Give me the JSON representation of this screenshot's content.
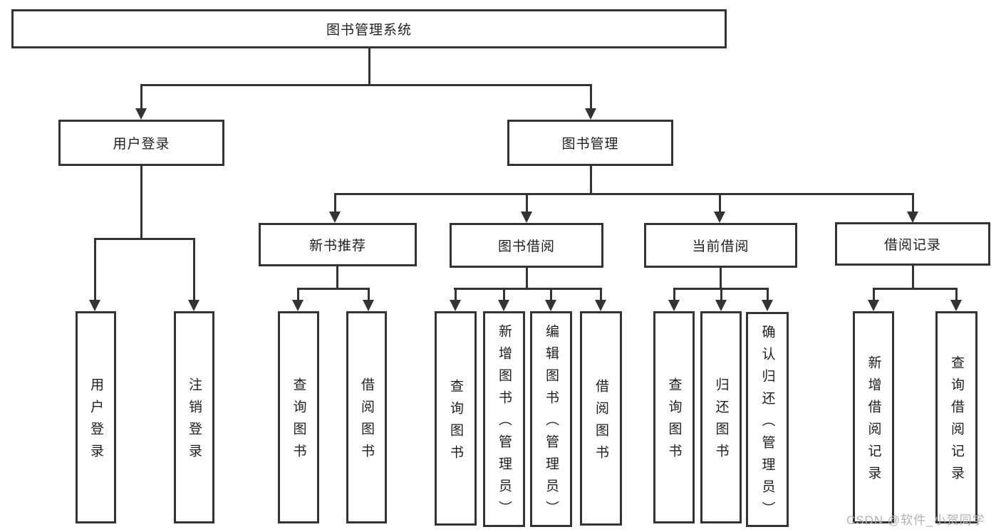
{
  "colors": {
    "line": "#333333",
    "text": "#1e1e1e",
    "background": "#ffffff",
    "watermark": "#b2b2b2"
  },
  "watermark": "CSDN @软件_小贺同学",
  "tree": {
    "root": {
      "label": "图书管理系统"
    },
    "children": [
      {
        "label": "用户登录",
        "children": [
          {
            "label": "用户登录"
          },
          {
            "label": "注销登录"
          }
        ]
      },
      {
        "label": "图书管理",
        "children": [
          {
            "label": "新书推荐",
            "children": [
              {
                "label": "查询图书"
              },
              {
                "label": "借阅图书"
              }
            ]
          },
          {
            "label": "图书借阅",
            "children": [
              {
                "label": "查询图书"
              },
              {
                "label": "新增图书（管理员）"
              },
              {
                "label": "编辑图书（管理员）"
              },
              {
                "label": "借阅图书"
              }
            ]
          },
          {
            "label": "当前借阅",
            "children": [
              {
                "label": "查询图书"
              },
              {
                "label": "归还图书"
              },
              {
                "label": "确认归还（管理员）"
              }
            ]
          },
          {
            "label": "借阅记录",
            "children": [
              {
                "label": "新增借阅记录"
              },
              {
                "label": "查询借阅记录"
              }
            ]
          }
        ]
      }
    ]
  }
}
